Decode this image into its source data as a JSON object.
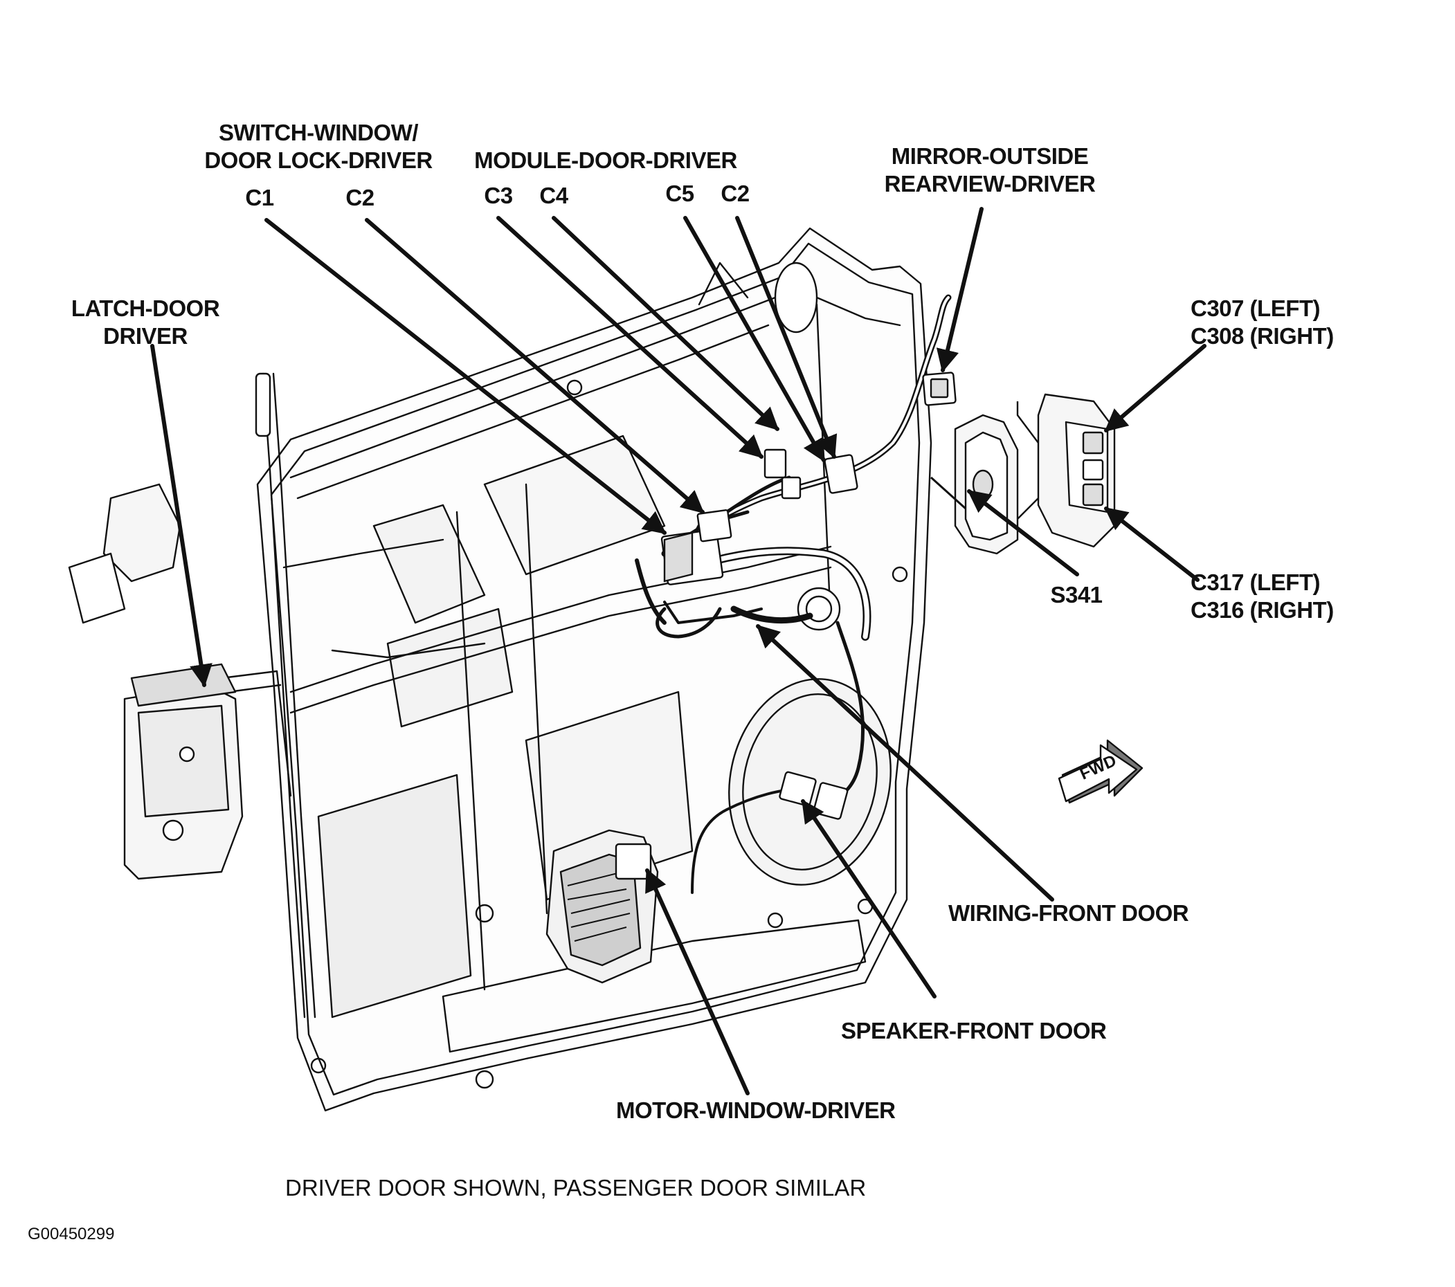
{
  "labels": {
    "switch_window_line1": "SWITCH-WINDOW/",
    "switch_window_line2": "DOOR LOCK-DRIVER",
    "module_door": "MODULE-DOOR-DRIVER",
    "mirror_line1": "MIRROR-OUTSIDE",
    "mirror_line2": "REARVIEW-DRIVER",
    "latch_line1": "LATCH-DOOR",
    "latch_line2": "DRIVER",
    "c1": "C1",
    "c2_switch": "C2",
    "c3": "C3",
    "c4": "C4",
    "c5": "C5",
    "c2_module": "C2",
    "c307": "C307 (LEFT)",
    "c308": "C308 (RIGHT)",
    "c317": "C317 (LEFT)",
    "c316": "C316 (RIGHT)",
    "s341": "S341",
    "wiring_front_door": "WIRING-FRONT DOOR",
    "speaker_front_door": "SPEAKER-FRONT DOOR",
    "motor_window": "MOTOR-WINDOW-DRIVER",
    "fwd": "FWD"
  },
  "caption": "DRIVER DOOR SHOWN, PASSENGER DOOR SIMILAR",
  "figure_code": "G00450299",
  "colors": {
    "ink": "#111111",
    "paper": "#ffffff",
    "shade": "#e6e6e6"
  }
}
